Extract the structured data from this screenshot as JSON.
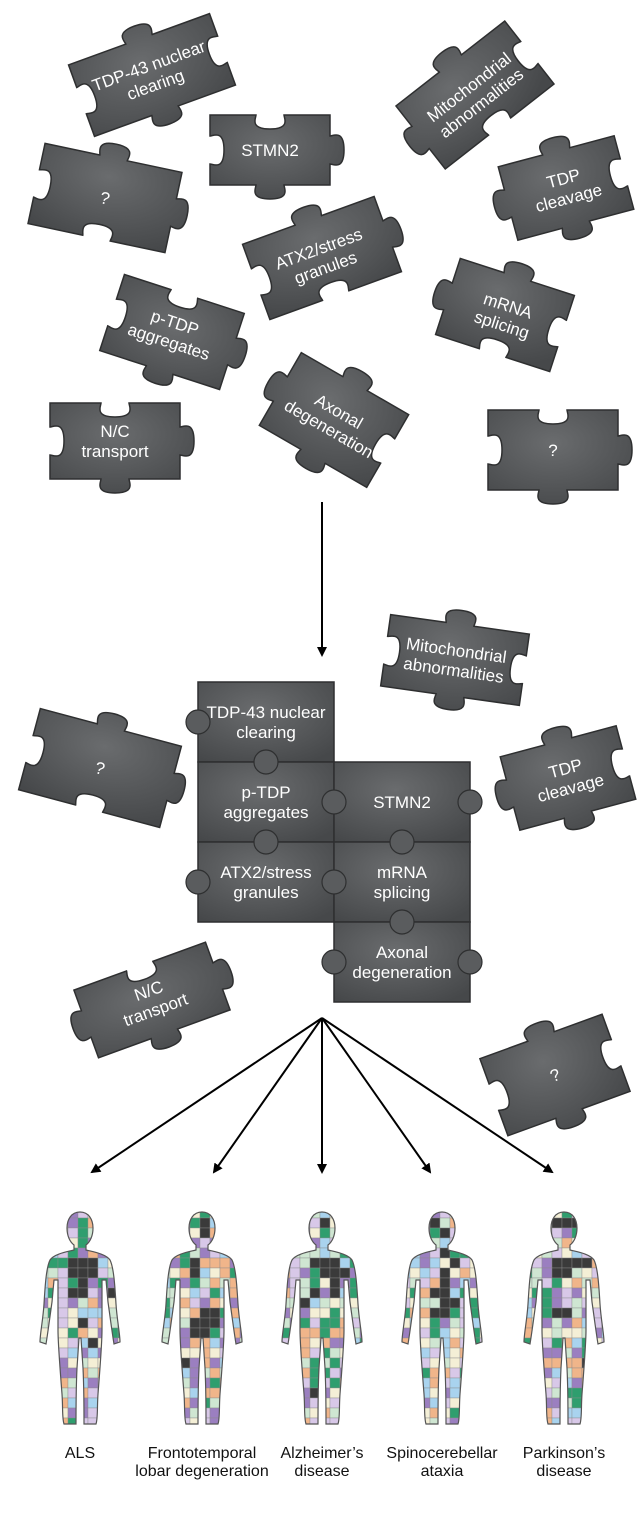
{
  "colors": {
    "piece_fill": "#555759",
    "piece_stroke": "#2e2f30",
    "piece_text": "#ffffff",
    "arrow": "#000000",
    "mosaic_palette": [
      "#f4efd6",
      "#2f9e6e",
      "#9b7fc0",
      "#f0b58a",
      "#a9d3ee",
      "#cfe6d2",
      "#d8c8e8",
      "#3a3a3a"
    ]
  },
  "scattered_pieces": [
    {
      "id": "tdp43",
      "lines": [
        "TDP-43 nuclear",
        "clearing"
      ]
    },
    {
      "id": "mito",
      "lines": [
        "Mitochondrial",
        "abnormalities"
      ]
    },
    {
      "id": "stmn2",
      "lines": [
        "STMN2"
      ]
    },
    {
      "id": "q1",
      "lines": [
        "?"
      ]
    },
    {
      "id": "tdpcleave",
      "lines": [
        "TDP",
        "cleavage"
      ]
    },
    {
      "id": "atx2",
      "lines": [
        "ATX2/stress",
        "granules"
      ]
    },
    {
      "id": "ptdp",
      "lines": [
        "p-TDP",
        "aggregates"
      ]
    },
    {
      "id": "mrna",
      "lines": [
        "mRNA",
        "splicing"
      ]
    },
    {
      "id": "nc",
      "lines": [
        "N/C",
        "transport"
      ]
    },
    {
      "id": "axonal",
      "lines": [
        "Axonal",
        "degeneration"
      ]
    },
    {
      "id": "q2",
      "lines": [
        "?"
      ]
    }
  ],
  "assembled_pieces": [
    {
      "id": "tdp43",
      "lines": [
        "TDP-43 nuclear",
        "clearing"
      ]
    },
    {
      "id": "ptdp",
      "lines": [
        "p-TDP",
        "aggregates"
      ]
    },
    {
      "id": "atx2",
      "lines": [
        "ATX2/stress",
        "granules"
      ]
    },
    {
      "id": "stmn2",
      "lines": [
        "STMN2"
      ]
    },
    {
      "id": "mrna",
      "lines": [
        "mRNA",
        "splicing"
      ]
    },
    {
      "id": "axonal",
      "lines": [
        "Axonal",
        "degeneration"
      ]
    }
  ],
  "loose_pieces": [
    {
      "id": "mito",
      "lines": [
        "Mitochondrial",
        "abnormalities"
      ]
    },
    {
      "id": "q1",
      "lines": [
        "?"
      ]
    },
    {
      "id": "tdpcleave",
      "lines": [
        "TDP",
        "cleavage"
      ]
    },
    {
      "id": "nc",
      "lines": [
        "N/C",
        "transport"
      ]
    },
    {
      "id": "q2",
      "lines": [
        "?"
      ]
    }
  ],
  "diseases": [
    {
      "id": "als",
      "lines": [
        "ALS"
      ]
    },
    {
      "id": "ftld",
      "lines": [
        "Frontotemporal",
        "lobar degeneration"
      ]
    },
    {
      "id": "ad",
      "lines": [
        "Alzheimer’s",
        "disease"
      ]
    },
    {
      "id": "sca",
      "lines": [
        "Spinocerebellar",
        "ataxia"
      ]
    },
    {
      "id": "pd",
      "lines": [
        "Parkinson’s",
        "disease"
      ]
    }
  ]
}
